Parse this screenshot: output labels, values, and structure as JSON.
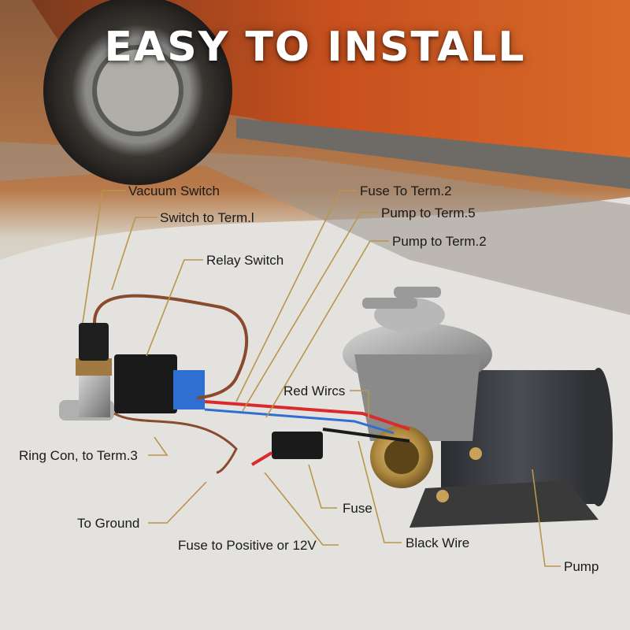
{
  "title": "EASY TO INSTALL",
  "labels": {
    "vacuum_switch": "Vacuum Switch",
    "switch_to_term1": "Switch to Term.l",
    "relay_switch": "Relay Switch",
    "fuse_to_term2": "Fuse To Term.2",
    "pump_to_term5": "Pump to Term.5",
    "pump_to_term2": "Pump to Term.2",
    "red_wires": "Red Wircs",
    "ring_con": "Ring Con, to Term.3",
    "fuse": "Fuse",
    "to_ground": "To Ground",
    "fuse_to_positive": "Fuse to Positive or 12V",
    "black_wire": "Black Wire",
    "pump": "Pump"
  },
  "colors": {
    "leader_line": "#b8964a",
    "title_text": "#ffffff",
    "car_body": "#c8501e",
    "wire_red": "#d92b2b",
    "wire_blue": "#2f6fd1",
    "vacuum_hose": "#8a4a2e",
    "pump_body": "#3a3c40"
  }
}
